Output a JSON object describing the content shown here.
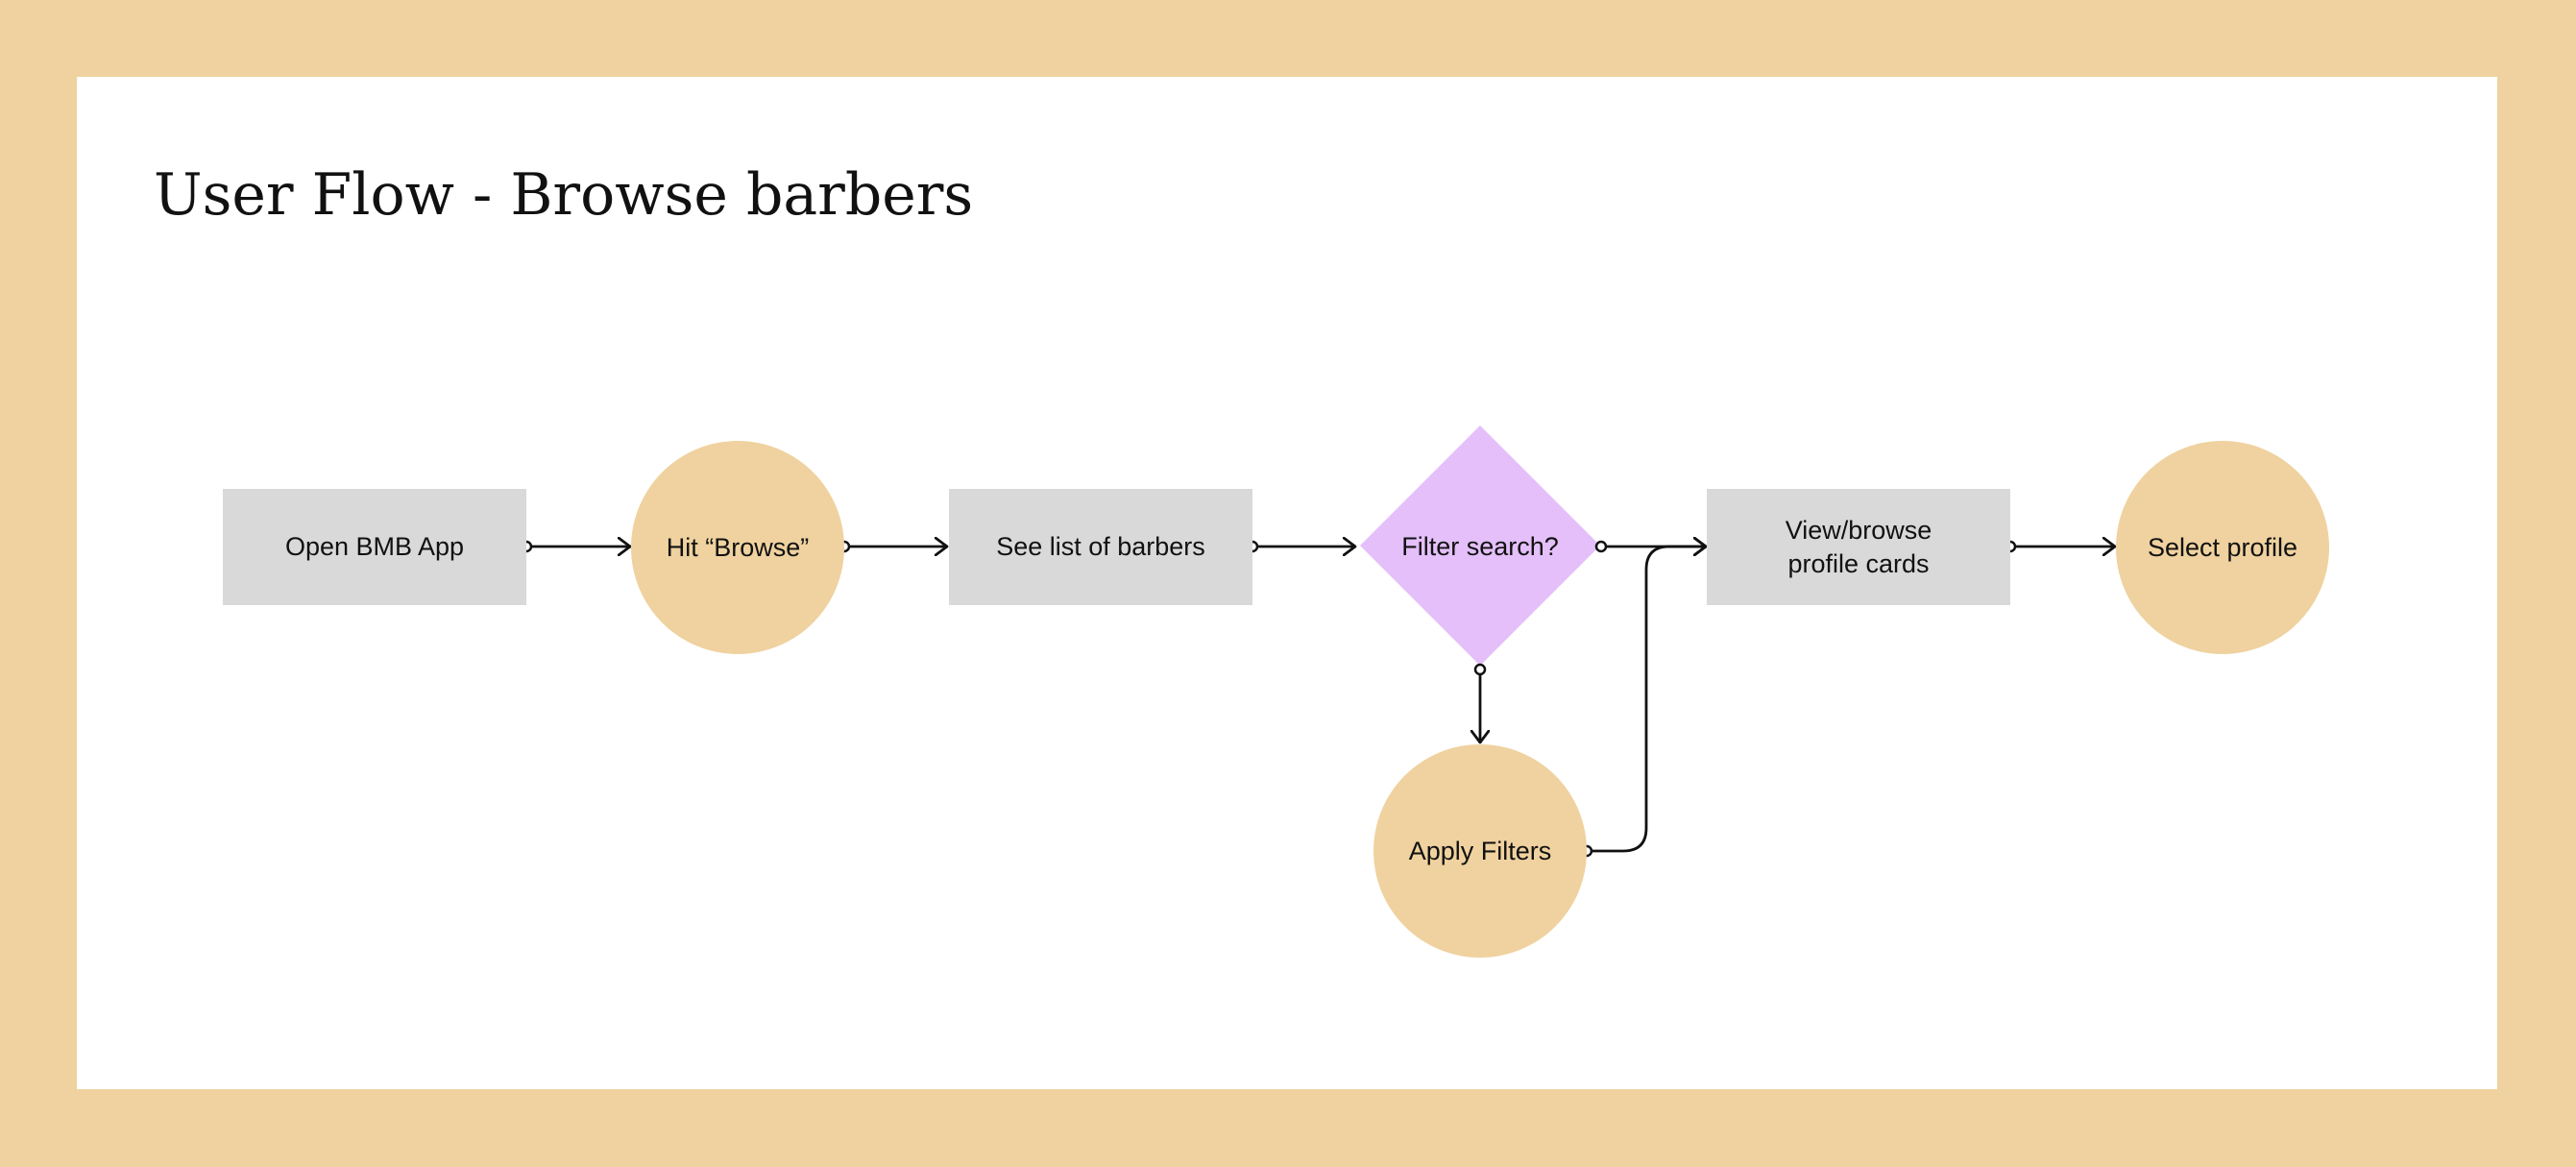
{
  "title": "User Flow - Browse barbers",
  "colors": {
    "background": "#EFD29F",
    "canvas": "#FFFFFF",
    "process": "#D9D9D9",
    "terminal": "#EFD29F",
    "decision": "#E4BFF9",
    "line": "#111111"
  },
  "nodes": {
    "open_app": {
      "label": "Open BMB App",
      "shape": "rectangle"
    },
    "hit_browse": {
      "label": "Hit “Browse”",
      "shape": "circle"
    },
    "see_list": {
      "label": "See list of barbers",
      "shape": "rectangle"
    },
    "filter_search": {
      "label": "Filter search?",
      "shape": "diamond"
    },
    "view_browse": {
      "label": "View/browse\nprofile cards",
      "shape": "rectangle"
    },
    "select_profile": {
      "label": "Select profile",
      "shape": "circle"
    },
    "apply_filters": {
      "label": "Apply Filters",
      "shape": "circle"
    }
  },
  "edges": [
    {
      "from": "open_app",
      "to": "hit_browse"
    },
    {
      "from": "hit_browse",
      "to": "see_list"
    },
    {
      "from": "see_list",
      "to": "filter_search"
    },
    {
      "from": "filter_search",
      "to": "view_browse"
    },
    {
      "from": "filter_search",
      "to": "apply_filters"
    },
    {
      "from": "apply_filters",
      "to": "view_browse"
    },
    {
      "from": "view_browse",
      "to": "select_profile"
    }
  ]
}
